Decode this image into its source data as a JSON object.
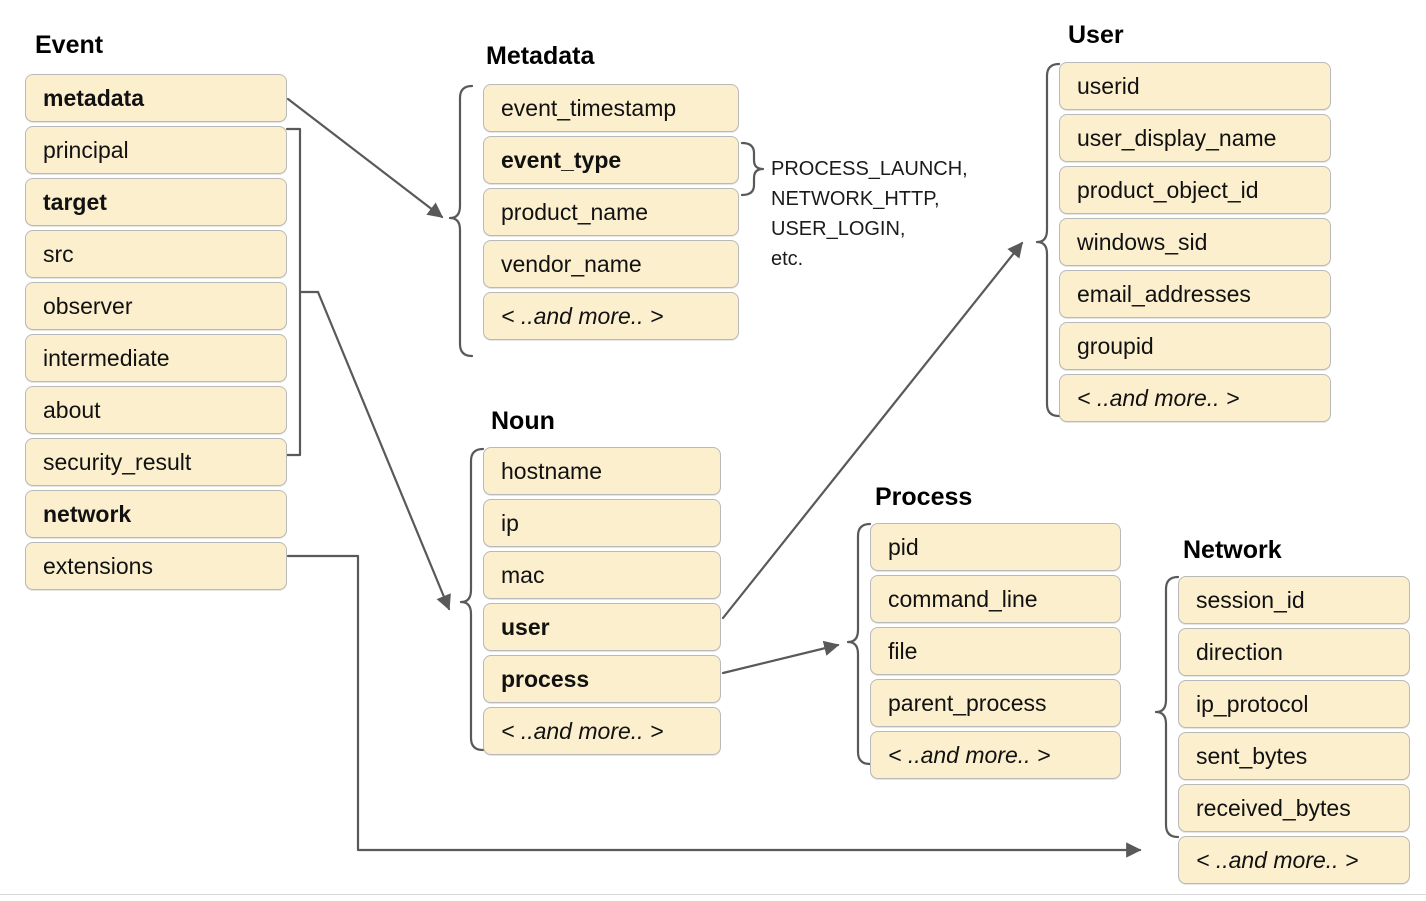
{
  "diagram": {
    "title_groups": [
      "Event",
      "Metadata",
      "User",
      "Noun",
      "Process",
      "Network"
    ],
    "colors": {
      "box_fill": "#FCEFCD",
      "box_border": "#B9B9B9",
      "connector": "#595959",
      "text": "#111111",
      "hairline": "#d8d8d8"
    },
    "more_label": "< ..and more.. >"
  },
  "groups": {
    "event": {
      "title": "Event",
      "fields": [
        {
          "label": "metadata",
          "bold": true
        },
        {
          "label": "principal",
          "bold": false
        },
        {
          "label": "target",
          "bold": true
        },
        {
          "label": "src",
          "bold": false
        },
        {
          "label": "observer",
          "bold": false
        },
        {
          "label": "intermediate",
          "bold": false
        },
        {
          "label": "about",
          "bold": false
        },
        {
          "label": "security_result",
          "bold": false
        },
        {
          "label": "network",
          "bold": true
        },
        {
          "label": "extensions",
          "bold": false
        }
      ]
    },
    "metadata": {
      "title": "Metadata",
      "fields": [
        {
          "label": "event_timestamp",
          "bold": false
        },
        {
          "label": "event_type",
          "bold": true
        },
        {
          "label": "product_name",
          "bold": false
        },
        {
          "label": "vendor_name",
          "bold": false
        },
        {
          "label": "< ..and more.. >",
          "bold": false,
          "more": true
        }
      ]
    },
    "user": {
      "title": "User",
      "fields": [
        {
          "label": "userid",
          "bold": false
        },
        {
          "label": "user_display_name",
          "bold": false
        },
        {
          "label": "product_object_id",
          "bold": false
        },
        {
          "label": "windows_sid",
          "bold": false
        },
        {
          "label": "email_addresses",
          "bold": false
        },
        {
          "label": "groupid",
          "bold": false
        },
        {
          "label": "< ..and more.. >",
          "bold": false,
          "more": true
        }
      ]
    },
    "noun": {
      "title": "Noun",
      "fields": [
        {
          "label": "hostname",
          "bold": false
        },
        {
          "label": "ip",
          "bold": false
        },
        {
          "label": "mac",
          "bold": false
        },
        {
          "label": "user",
          "bold": true
        },
        {
          "label": "process",
          "bold": true
        },
        {
          "label": "< ..and more.. >",
          "bold": false,
          "more": true
        }
      ]
    },
    "process": {
      "title": "Process",
      "fields": [
        {
          "label": "pid",
          "bold": false
        },
        {
          "label": "command_line",
          "bold": false
        },
        {
          "label": "file",
          "bold": false
        },
        {
          "label": "parent_process",
          "bold": false
        },
        {
          "label": "< ..and more.. >",
          "bold": false,
          "more": true
        }
      ]
    },
    "network": {
      "title": "Network",
      "fields": [
        {
          "label": "session_id",
          "bold": false
        },
        {
          "label": "direction",
          "bold": false
        },
        {
          "label": "ip_protocol",
          "bold": false
        },
        {
          "label": "sent_bytes",
          "bold": false
        },
        {
          "label": "received_bytes",
          "bold": false
        },
        {
          "label": "< ..and more.. >",
          "bold": false,
          "more": true
        }
      ]
    }
  },
  "annotations": {
    "event_type_examples": {
      "lines": [
        "PROCESS_LAUNCH,",
        "NETWORK_HTTP,",
        "USER_LOGIN,",
        "etc."
      ]
    }
  },
  "connections": [
    {
      "from": "event.metadata",
      "to": "metadata-group"
    },
    {
      "from": "event.principal-through-about",
      "to": "noun-group"
    },
    {
      "from": "event.network",
      "to": "network-group"
    },
    {
      "from": "noun.user",
      "to": "user-group"
    },
    {
      "from": "noun.process",
      "to": "process-group"
    }
  ]
}
